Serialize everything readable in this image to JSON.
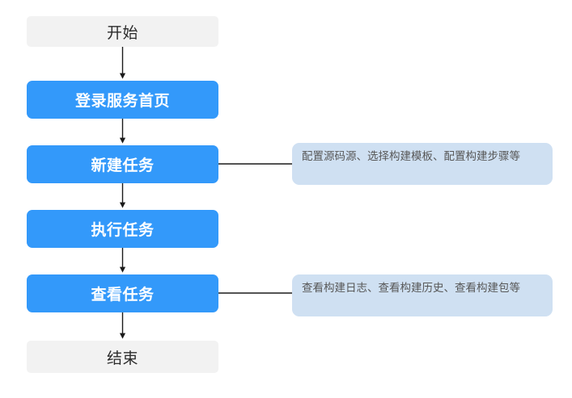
{
  "diagram": {
    "title": "",
    "type": "flowchart",
    "background_color": "#ffffff",
    "colors": {
      "terminal_fill": "#f2f2f2",
      "terminal_text": "#2b2b2b",
      "process_fill": "#3399fa",
      "process_text": "#ffffff",
      "annotation_fill": "#cfe0f2",
      "annotation_text": "#575757",
      "connector": "#1a1a1a"
    },
    "nodes": [
      {
        "id": "start",
        "label": "开始",
        "shape": "terminal"
      },
      {
        "id": "login",
        "label": "登录服务首页",
        "shape": "process"
      },
      {
        "id": "create",
        "label": "新建任务",
        "shape": "process"
      },
      {
        "id": "run",
        "label": "执行任务",
        "shape": "process"
      },
      {
        "id": "view",
        "label": "查看任务",
        "shape": "process"
      },
      {
        "id": "end",
        "label": "结束",
        "shape": "terminal"
      }
    ],
    "annotations": [
      {
        "id": "create-note",
        "attached_to": "create",
        "label": "配置源码源、选择构建模板、配置构建步骤等"
      },
      {
        "id": "view-note",
        "attached_to": "view",
        "label": "查看构建日志、查看构建历史、查看构建包等"
      }
    ],
    "edges": [
      {
        "from": "start",
        "to": "login",
        "style": "arrow-down"
      },
      {
        "from": "login",
        "to": "create",
        "style": "arrow-down"
      },
      {
        "from": "create",
        "to": "run",
        "style": "arrow-down"
      },
      {
        "from": "run",
        "to": "view",
        "style": "arrow-down"
      },
      {
        "from": "view",
        "to": "end",
        "style": "arrow-down"
      },
      {
        "from": "create",
        "to": "create-note",
        "style": "line-right"
      },
      {
        "from": "view",
        "to": "view-note",
        "style": "line-right"
      }
    ]
  }
}
